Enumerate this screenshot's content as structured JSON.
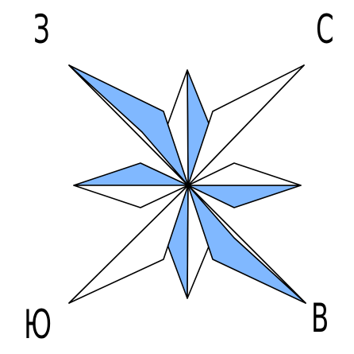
{
  "labels": {
    "nw": "З",
    "ne": "С",
    "sw": "Ю",
    "se": "В"
  },
  "colors": {
    "fill": "#80b8ff",
    "light": "#ffffff",
    "stroke": "#000000"
  }
}
